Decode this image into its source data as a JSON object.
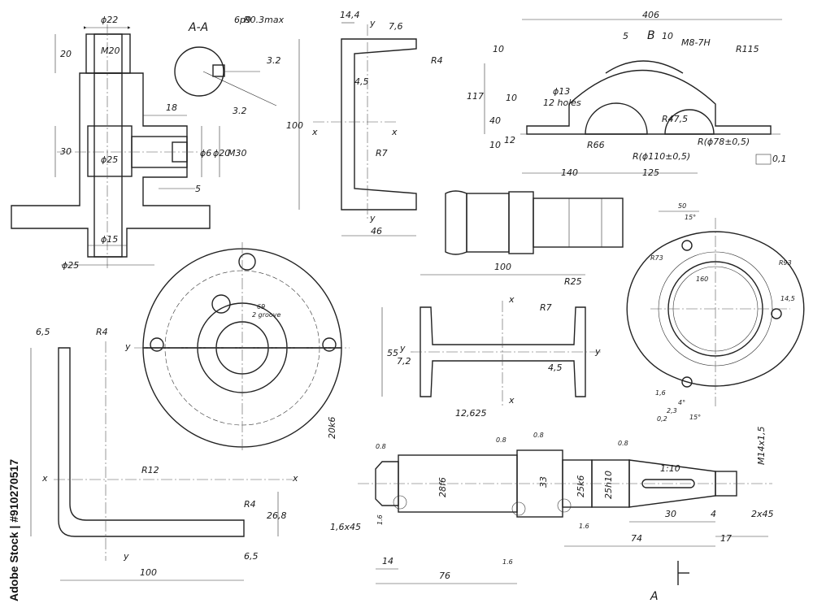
{
  "watermark": {
    "side_text": "Adobe Stock | #910270517"
  },
  "parts": {
    "fitting": {
      "labels": [
        "ϕ22",
        "M20",
        "20",
        "30",
        "ϕ25",
        "18",
        "ϕ6",
        "ϕ20",
        "M30",
        "5",
        "ϕ15",
        "ϕ25"
      ]
    },
    "section_aa": {
      "title": "A-A",
      "labels": [
        "6p9",
        "R0.3max",
        "3.2",
        "3.2"
      ]
    },
    "channel": {
      "labels": [
        "14,4",
        "y",
        "7,6",
        "R4",
        "100",
        "4,5",
        "x",
        "x",
        "R7",
        "y",
        "46"
      ]
    },
    "housing": {
      "labels": [
        "406",
        "B",
        "5",
        "10",
        "M8-7H",
        "R115",
        "10",
        "117",
        "10",
        "ϕ13",
        "12 holes",
        "40",
        "12",
        "10",
        "R47,5",
        "R66",
        "R(ϕ110±0,5)",
        "R(ϕ78±0,5)",
        "0,1",
        "140",
        "125"
      ]
    },
    "disc": {
      "labels": [
        "69",
        "2 groove"
      ]
    },
    "i_beam": {
      "labels": [
        "100",
        "R25",
        "x",
        "R7",
        "55",
        "y",
        "7,2",
        "y",
        "4,5",
        "x",
        "12,625"
      ]
    },
    "flange_ring": {
      "labels": [
        "50",
        "15°",
        "R73",
        "R93",
        "160",
        "14,5",
        "1,6",
        "15°",
        "0,2",
        "2,3",
        "4°"
      ]
    },
    "angle": {
      "labels": [
        "6,5",
        "R4",
        "y",
        "R12",
        "x",
        "x",
        "R4",
        "26,8",
        "6,5",
        "y",
        "100"
      ]
    },
    "shaft": {
      "labels": [
        "20k6",
        "0.8",
        "0.8",
        "0.8",
        "0.8",
        "M14x1,5",
        "28f6",
        "33",
        "25k6",
        "25h10",
        "1:10",
        "1,6x45",
        "1.6",
        "1.6",
        "30",
        "4",
        "2x45",
        "74",
        "17",
        "14",
        "1.6",
        "76",
        "A"
      ]
    }
  }
}
